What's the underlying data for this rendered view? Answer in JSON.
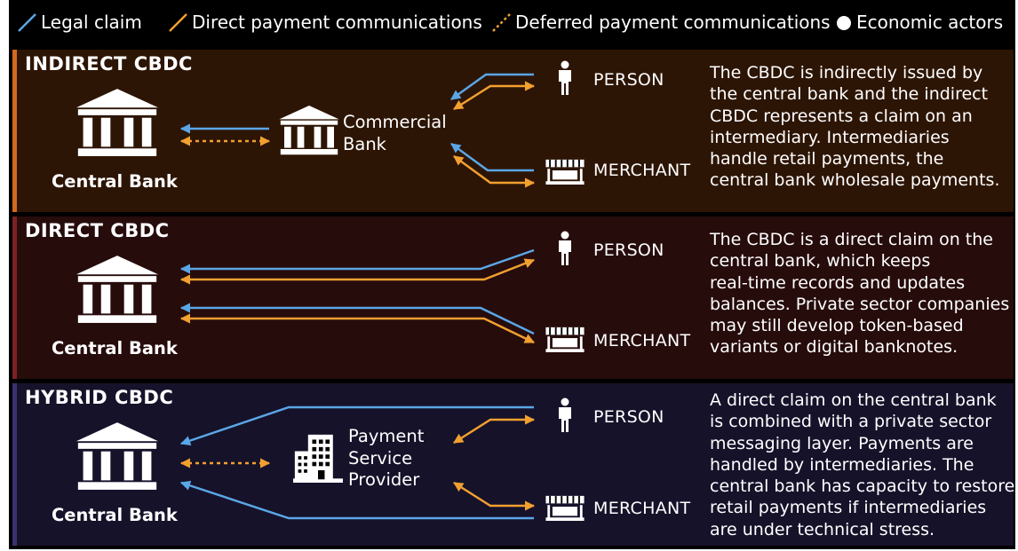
{
  "legend": {
    "legal_claim": "Legal claim",
    "direct_payment": "Direct payment communications",
    "deferred_payment": "Deferred payment communications",
    "economic_actors": "Economic actors"
  },
  "colors": {
    "legal_claim": "#5aa6e6",
    "payment": "#f2a030",
    "indirect_bg": "#2d1505",
    "direct_bg": "#270c0c",
    "hybrid_bg": "#16122a"
  },
  "panels": [
    {
      "id": "indirect",
      "title": "INDIRECT CBDC",
      "central_bank": "Central Bank",
      "intermediary": "Commercial\nBank",
      "intermediary_icon": "bank-icon",
      "person": "PERSON",
      "merchant": "MERCHANT",
      "description": "The CBDC is indirectly issued by\nthe central bank and the indirect\nCBDC represents a claim on an\nintermediary. Intermediaries\nhandle retail payments, the\ncentral bank wholesale payments."
    },
    {
      "id": "direct",
      "title": "DIRECT CBDC",
      "central_bank": "Central Bank",
      "person": "PERSON",
      "merchant": "MERCHANT",
      "description": "The CBDC is a direct claim on the\ncentral bank, which keeps\nreal-time records and updates\nbalances. Private sector companies\nmay still develop token-based\nvariants or digital banknotes."
    },
    {
      "id": "hybrid",
      "title": "HYBRID CBDC",
      "central_bank": "Central Bank",
      "intermediary": "Payment\nService\nProvider",
      "intermediary_icon": "office-building-icon",
      "person": "PERSON",
      "merchant": "MERCHANT",
      "description": "A direct claim on the central bank\nis combined with a private sector\nmessaging layer. Payments are\nhandled by intermediaries. The\ncentral bank has capacity to restore\nretail payments if intermediaries\nare under technical stress."
    }
  ]
}
